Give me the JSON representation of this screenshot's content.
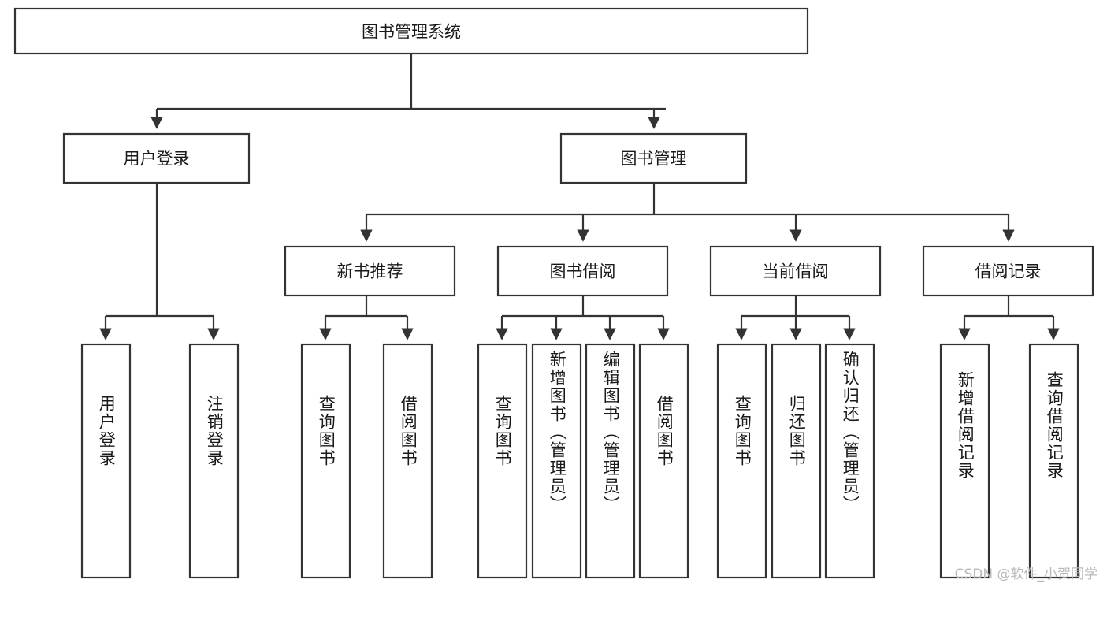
{
  "diagram": {
    "type": "tree",
    "title": "图书管理系统",
    "watermark": "CSDN @软件_小贺同学",
    "colors": {
      "box_stroke": "#333333",
      "box_fill": "#ffffff",
      "text": "#1a1a1a",
      "watermark": "#b9b9b9",
      "background": "#ffffff"
    },
    "root": {
      "label": "图书管理系统"
    },
    "level2": [
      {
        "label": "用户登录"
      },
      {
        "label": "图书管理"
      }
    ],
    "level3": [
      {
        "label": "新书推荐"
      },
      {
        "label": "图书借阅"
      },
      {
        "label": "当前借阅"
      },
      {
        "label": "借阅记录"
      }
    ],
    "leaves": {
      "user_login": [
        {
          "label": "用户登录"
        },
        {
          "label": "注销登录"
        }
      ],
      "new_book_recommend": [
        {
          "label": "查询图书"
        },
        {
          "label": "借阅图书"
        }
      ],
      "book_borrow": [
        {
          "label": "查询图书"
        },
        {
          "label": "新增图书（管理员）"
        },
        {
          "label": "编辑图书（管理员）"
        },
        {
          "label": "借阅图书"
        }
      ],
      "current_borrow": [
        {
          "label": "查询图书"
        },
        {
          "label": "归还图书"
        },
        {
          "label": "确认归还（管理员）"
        }
      ],
      "borrow_record": [
        {
          "label": "新增借阅记录"
        },
        {
          "label": "查询借阅记录"
        }
      ]
    }
  }
}
